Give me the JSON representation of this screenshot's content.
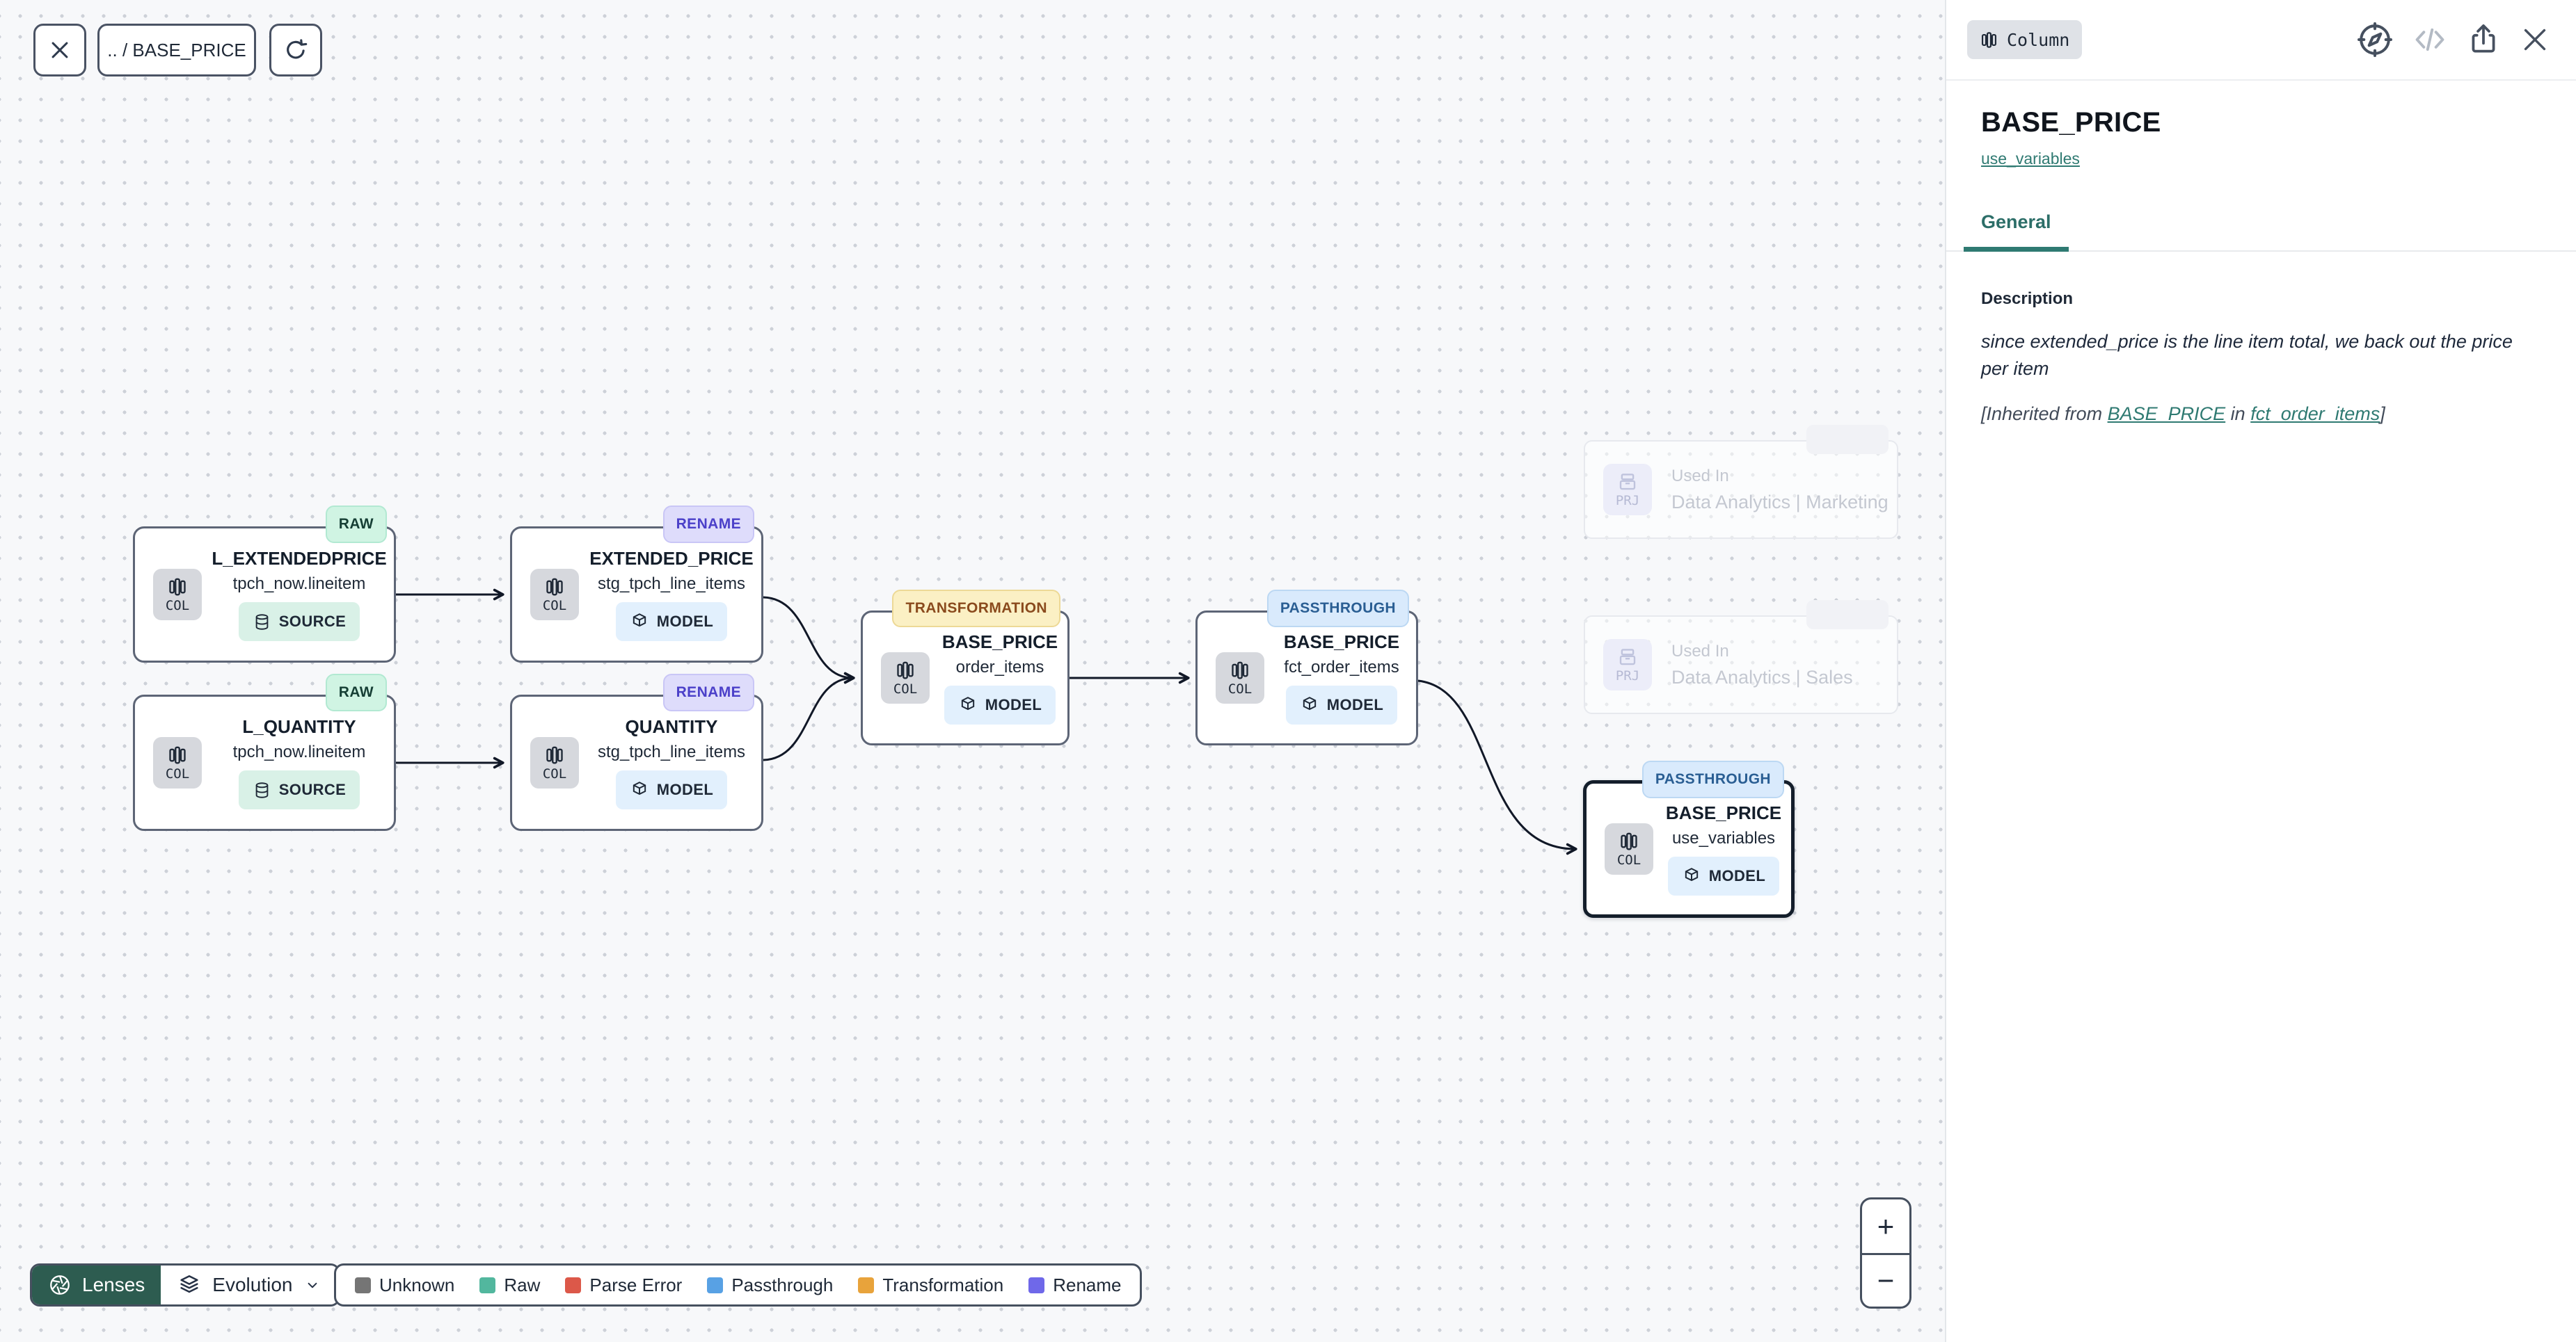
{
  "toolbar": {
    "breadcrumb": ".. / BASE_PRICE"
  },
  "graph": {
    "col_chip_label": "COL",
    "nodes": [
      {
        "id": "l_extendedprice",
        "lens": "RAW",
        "variant": "raw",
        "title": "L_EXTENDEDPRICE",
        "subtitle": "tpch_now.lineitem",
        "kind": "SOURCE",
        "kind_icon": "database"
      },
      {
        "id": "l_quantity",
        "lens": "RAW",
        "variant": "raw",
        "title": "L_QUANTITY",
        "subtitle": "tpch_now.lineitem",
        "kind": "SOURCE",
        "kind_icon": "database"
      },
      {
        "id": "extended_price",
        "lens": "RENAME",
        "variant": "rename",
        "title": "EXTENDED_PRICE",
        "subtitle": "stg_tpch_line_items",
        "kind": "MODEL",
        "kind_icon": "cube"
      },
      {
        "id": "quantity",
        "lens": "RENAME",
        "variant": "rename",
        "title": "QUANTITY",
        "subtitle": "stg_tpch_line_items",
        "kind": "MODEL",
        "kind_icon": "cube"
      },
      {
        "id": "base_price_order_items",
        "lens": "TRANSFORMATION",
        "variant": "transformation",
        "title": "BASE_PRICE",
        "subtitle": "order_items",
        "kind": "MODEL",
        "kind_icon": "cube"
      },
      {
        "id": "base_price_fct_order_items",
        "lens": "PASSTHROUGH",
        "variant": "passthrough",
        "title": "BASE_PRICE",
        "subtitle": "fct_order_items",
        "kind": "MODEL",
        "kind_icon": "cube"
      },
      {
        "id": "base_price_use_variables",
        "lens": "PASSTHROUGH",
        "variant": "passthrough",
        "title": "BASE_PRICE",
        "subtitle": "use_variables",
        "kind": "MODEL",
        "kind_icon": "cube",
        "selected": true
      }
    ],
    "used_in": [
      {
        "id": "marketing",
        "chip": "PRJ",
        "label": "Used In",
        "project": "Data Analytics | Marketing"
      },
      {
        "id": "sales",
        "chip": "PRJ",
        "label": "Used In",
        "project": "Data Analytics | Sales"
      }
    ]
  },
  "controls": {
    "lenses_label": "Lenses",
    "lens_selected": "Evolution",
    "zoom_in": "+",
    "zoom_out": "−"
  },
  "legend": {
    "items": [
      {
        "label": "Unknown",
        "color": "#757575"
      },
      {
        "label": "Raw",
        "color": "#52b79e"
      },
      {
        "label": "Parse Error",
        "color": "#dc5849"
      },
      {
        "label": "Passthrough",
        "color": "#58a1e4"
      },
      {
        "label": "Transformation",
        "color": "#e8a33b"
      },
      {
        "label": "Rename",
        "color": "#6f68e9"
      }
    ]
  },
  "panel": {
    "entity_badge": "Column",
    "title": "BASE_PRICE",
    "model_link": "use_variables",
    "tabs": [
      {
        "label": "General",
        "active": true
      }
    ],
    "description": {
      "heading": "Description",
      "body": "since extended_price is the line item total, we back out the price per item",
      "inherited": {
        "prefix": "[Inherited from ",
        "column_link": "BASE_PRICE",
        "middle": " in ",
        "model_link": "fct_order_items",
        "suffix": "]"
      }
    }
  },
  "colors": {
    "accent_teal": "#2f7a72",
    "lens_raw_bg": "#d0f4e3",
    "lens_rename_bg": "#dedcfb",
    "lens_transformation_bg": "#fbf0c4",
    "lens_passthrough_bg": "#d9eafc",
    "source_badge_bg": "#d9f1e7",
    "model_badge_bg": "#e2f0fd",
    "lenses_button_bg": "#2d5c50",
    "edge_color": "#111827"
  }
}
